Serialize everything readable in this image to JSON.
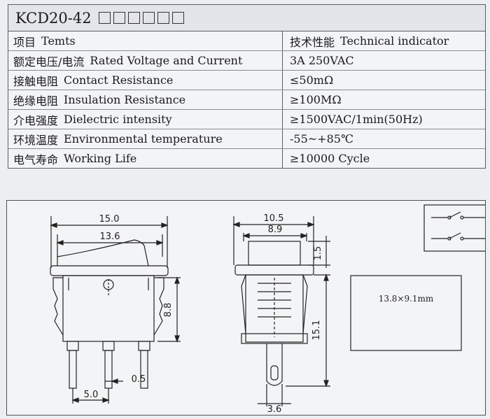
{
  "title": {
    "model": "KCD20-42",
    "boxes": 6
  },
  "table": {
    "header": {
      "item_cn": "项目",
      "item_en": "Temts",
      "ind_cn": "技术性能",
      "ind_en": "Technical indicator"
    },
    "rows": [
      {
        "cn": "额定电压/电流",
        "en": "Rated Voltage and Current",
        "value": "3A  250VAC"
      },
      {
        "cn": "接触电阻",
        "en": "Contact Resistance",
        "value": "≤50mΩ"
      },
      {
        "cn": "绝缘电阻",
        "en": "Insulation Resistance",
        "value": "≥100MΩ"
      },
      {
        "cn": "介电强度",
        "en": "Dielectric intensity",
        "value": "≥1500VAC/1min(50Hz)"
      },
      {
        "cn": "环境温度",
        "en": "Environmental temperature",
        "value": "-55~+85℃"
      },
      {
        "cn": "电气寿命",
        "en": "Working Life",
        "value": "≥10000 Cycle"
      }
    ]
  },
  "drawing": {
    "front": {
      "width_outer": "15.0",
      "width_inner": "13.6",
      "height": "8.8",
      "pin_width": "0.5",
      "pin_pitch": "5.0"
    },
    "side": {
      "width_outer": "10.5",
      "width_inner": "8.9",
      "top_height": "1.5",
      "height": "15.1",
      "pin_width": "3.6"
    },
    "cutout": "13.8×9.1mm"
  }
}
